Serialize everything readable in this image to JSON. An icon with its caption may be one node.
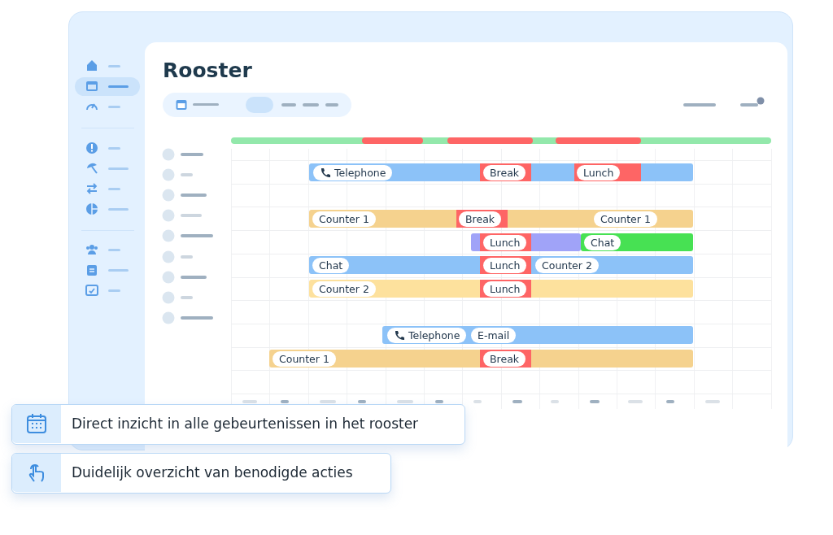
{
  "diagram": {
    "title": "Rooster",
    "nodes": [
      {
        "text": [
          "Direct inzicht in alle gebeurtenissen in het rooster"
        ]
      },
      {
        "text": [
          "Duidelijk overzicht van benodigde acties"
        ]
      }
    ],
    "labels": [
      "Telephone",
      "Break",
      "Lunch",
      "Counter 1",
      "Break",
      "Counter 1",
      "Lunch",
      "Chat",
      "Chat",
      "Lunch",
      "Counter 2",
      "Counter 2",
      "Lunch",
      "Telephone",
      "E-mail",
      "Counter 1",
      "Break"
    ]
  }
}
